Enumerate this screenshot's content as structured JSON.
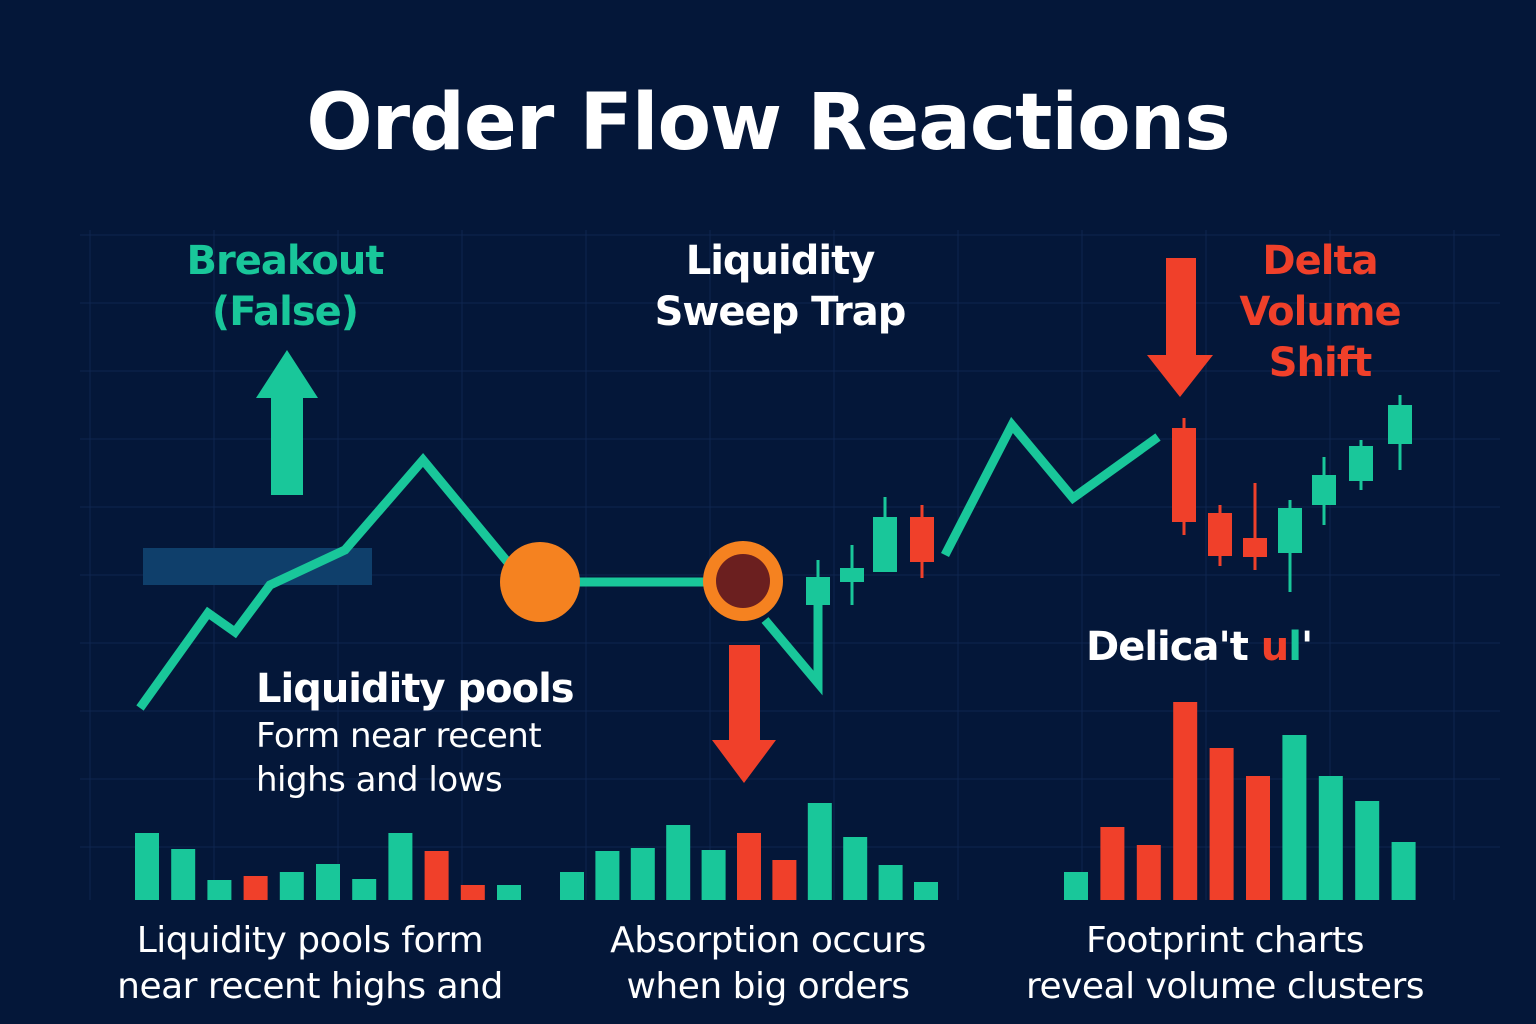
{
  "title": "Order Flow Reactions",
  "labels": {
    "breakout_line1": "Breakout",
    "breakout_line2": "(False)",
    "sweep_line1": "Liquidity",
    "sweep_line2": "Sweep Trap",
    "delta_line1": "Delta",
    "delta_line2": "Volume",
    "delta_line3": "Shift",
    "pools_heading": "Liquidity pools",
    "pools_line1": "Form near recent",
    "pools_line2": "highs and lows",
    "garbled_white": "Delica't",
    "garbled_red": "u",
    "garbled_green": "l",
    "garbled_tick": "'"
  },
  "captions": {
    "left_line1": "Liquidity pools form",
    "left_line2": "near recent highs and",
    "mid_line1": "Absorption occurs",
    "mid_line2": "when big orders",
    "right_line1": "Footprint charts",
    "right_line2": "reveal volume clusters"
  },
  "colors": {
    "background": "#041739",
    "green": "#19c79a",
    "red": "#f0402a",
    "orange": "#f58220",
    "zone": "#0f3f6b"
  },
  "chart_data": {
    "type": "bar",
    "volume_groups": [
      {
        "name": "left",
        "values": [
          67,
          51,
          20,
          24,
          28,
          36,
          21,
          67,
          49,
          15,
          15
        ],
        "colors": [
          "g",
          "g",
          "g",
          "r",
          "g",
          "g",
          "g",
          "g",
          "r",
          "r",
          "g"
        ]
      },
      {
        "name": "middle",
        "values": [
          28,
          49,
          52,
          75,
          50,
          67,
          40,
          97,
          63,
          35,
          18
        ],
        "colors": [
          "g",
          "g",
          "g",
          "g",
          "g",
          "r",
          "r",
          "g",
          "g",
          "g",
          "g"
        ]
      },
      {
        "name": "right",
        "values": [
          28,
          73,
          55,
          198,
          152,
          124,
          165,
          124,
          99,
          58
        ],
        "colors": [
          "g",
          "r",
          "r",
          "r",
          "r",
          "r",
          "g",
          "g",
          "g",
          "g"
        ]
      }
    ],
    "candles": [
      {
        "o": 605,
        "c": 577,
        "h": 560,
        "l": 605,
        "dir": "g"
      },
      {
        "o": 582,
        "c": 568,
        "h": 545,
        "l": 605,
        "dir": "g"
      },
      {
        "o": 572,
        "c": 517,
        "h": 497,
        "l": 572,
        "dir": "g"
      },
      {
        "o": 517,
        "c": 562,
        "h": 505,
        "l": 578,
        "dir": "r"
      },
      {
        "o": 428,
        "c": 522,
        "h": 418,
        "l": 535,
        "dir": "r"
      },
      {
        "o": 513,
        "c": 556,
        "h": 505,
        "l": 566,
        "dir": "r"
      },
      {
        "o": 538,
        "c": 557,
        "h": 483,
        "l": 570,
        "dir": "r"
      },
      {
        "o": 553,
        "c": 508,
        "h": 500,
        "l": 592,
        "dir": "g"
      },
      {
        "o": 505,
        "c": 475,
        "h": 457,
        "l": 525,
        "dir": "g"
      },
      {
        "o": 481,
        "c": 446,
        "h": 440,
        "l": 490,
        "dir": "g"
      },
      {
        "o": 444,
        "c": 405,
        "h": 395,
        "l": 470,
        "dir": "g"
      }
    ]
  }
}
